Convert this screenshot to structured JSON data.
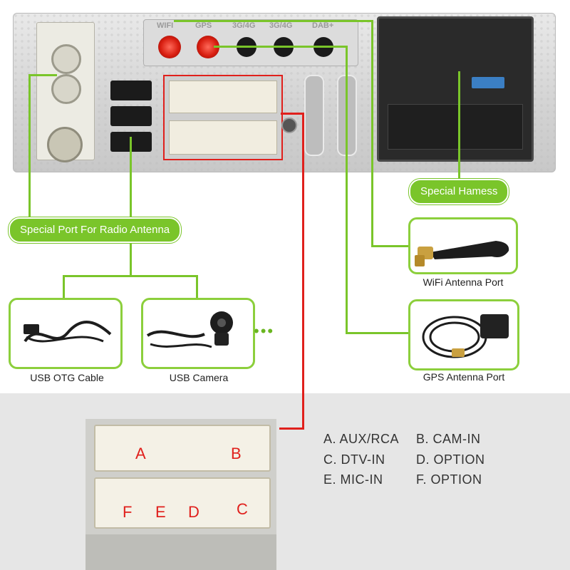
{
  "labels": {
    "special_port": "Special Port For Radio Antenna",
    "special_harness": "Special Hamess"
  },
  "captions": {
    "wifi": "WiFi Antenna Port",
    "gps": "GPS Antenna Port",
    "usb_otg": "USB OTG Cable",
    "usb_camera": "USB Camera"
  },
  "more": "•••",
  "panel_ports": [
    "WIFI",
    "GPS",
    "3G/4G",
    "3G/4G",
    "DAB+"
  ],
  "connector_letters": {
    "a": "A",
    "b": "B",
    "c": "C",
    "d": "D",
    "e": "E",
    "f": "F"
  },
  "legend": [
    {
      "left": "A. AUX/RCA",
      "right": "B. CAM-IN"
    },
    {
      "left": "C. DTV-IN",
      "right": "D. OPTION"
    },
    {
      "left": "E. MIC-IN",
      "right": "F. OPTION"
    }
  ],
  "colors": {
    "accent": "#7ac52a",
    "highlight": "#e0201c"
  }
}
